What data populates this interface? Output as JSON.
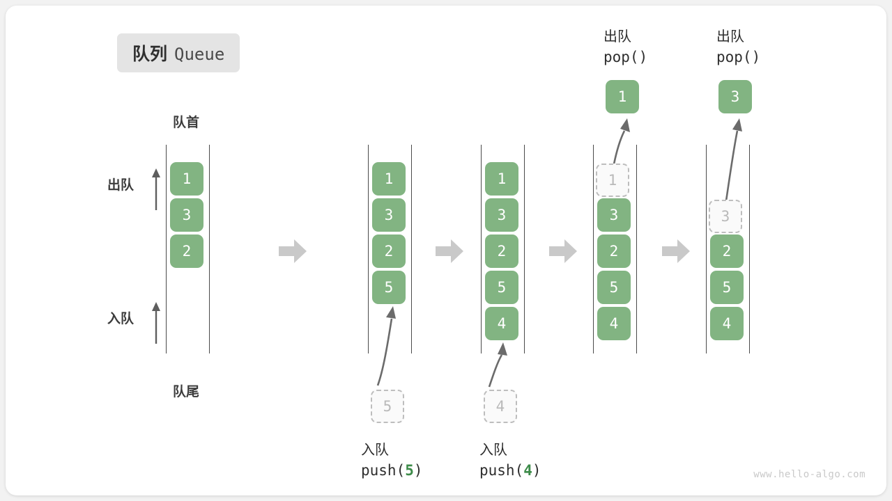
{
  "title": {
    "cn": "队列",
    "en": "Queue"
  },
  "labels": {
    "front": "队首",
    "rear": "队尾",
    "dequeue": "出队",
    "enqueue": "入队"
  },
  "watermark": "www.hello-algo.com",
  "colors": {
    "cell_fill": "#82b482",
    "cell_text": "#ffffff",
    "ghost_fill": "#fafafa",
    "ghost_border": "#bdbdbd",
    "ghost_text": "#b9b9b9",
    "rail": "#4a4a4a",
    "arrow_gray": "#c9c9c9",
    "motion_arrow": "#6b6b6b",
    "badge_bg": "#e4e4e4",
    "accent_green": "#3d8b49",
    "card_bg": "#ffffff",
    "page_bg": "#f2f2f2"
  },
  "columns": [
    {
      "id": "initial",
      "caption_cn": "",
      "caption_code_prefix": "",
      "caption_code_arg": "",
      "caption_code_suffix": "",
      "header_cn": "",
      "header_code": "",
      "cells": [
        "1",
        "3",
        "2"
      ],
      "popped_value": "",
      "ghost_in_rail": "",
      "ghost_below": ""
    },
    {
      "id": "push-5",
      "caption_cn": "入队",
      "caption_code_prefix": "push(",
      "caption_code_arg": "5",
      "caption_code_suffix": ")",
      "header_cn": "",
      "header_code": "",
      "cells": [
        "1",
        "3",
        "2",
        "5"
      ],
      "popped_value": "",
      "ghost_in_rail": "",
      "ghost_below": "5"
    },
    {
      "id": "push-4",
      "caption_cn": "入队",
      "caption_code_prefix": "push(",
      "caption_code_arg": "4",
      "caption_code_suffix": ")",
      "header_cn": "",
      "header_code": "",
      "cells": [
        "1",
        "3",
        "2",
        "5",
        "4"
      ],
      "popped_value": "",
      "ghost_in_rail": "",
      "ghost_below": "4"
    },
    {
      "id": "pop-1",
      "caption_cn": "",
      "caption_code_prefix": "",
      "caption_code_arg": "",
      "caption_code_suffix": "",
      "header_cn": "出队",
      "header_code": "pop()",
      "cells": [
        "3",
        "2",
        "5",
        "4"
      ],
      "popped_value": "1",
      "ghost_in_rail": "1",
      "ghost_below": ""
    },
    {
      "id": "pop-3",
      "caption_cn": "",
      "caption_code_prefix": "",
      "caption_code_arg": "",
      "caption_code_suffix": "",
      "header_cn": "出队",
      "header_code": "pop()",
      "cells": [
        "2",
        "5",
        "4"
      ],
      "popped_value": "3",
      "ghost_in_rail": "3",
      "ghost_below": ""
    }
  ],
  "separator_arrows": 4
}
